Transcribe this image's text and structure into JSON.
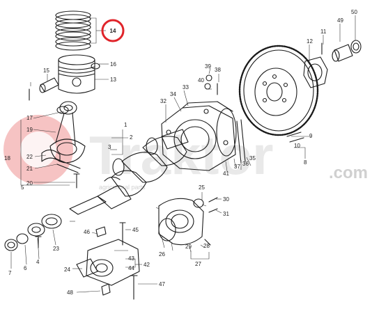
{
  "watermark": {
    "brand": "Traktor",
    "suffix": ".com",
    "tagline": "agricultural parts",
    "color": "#e03a3a"
  },
  "highlight": {
    "label": "14",
    "color": "#e0242a"
  },
  "callouts": [
    "1",
    "2",
    "3",
    "4",
    "5",
    "6",
    "7",
    "8",
    "9",
    "10",
    "11",
    "12",
    "13",
    "15",
    "16",
    "17",
    "18",
    "19",
    "20",
    "21",
    "22",
    "23",
    "24",
    "25",
    "26",
    "27",
    "28",
    "29",
    "30",
    "31",
    "32",
    "33",
    "34",
    "35",
    "36",
    "37",
    "38",
    "39",
    "40",
    "41",
    "42",
    "43",
    "44",
    "45",
    "46",
    "47",
    "48",
    "49",
    "50"
  ]
}
